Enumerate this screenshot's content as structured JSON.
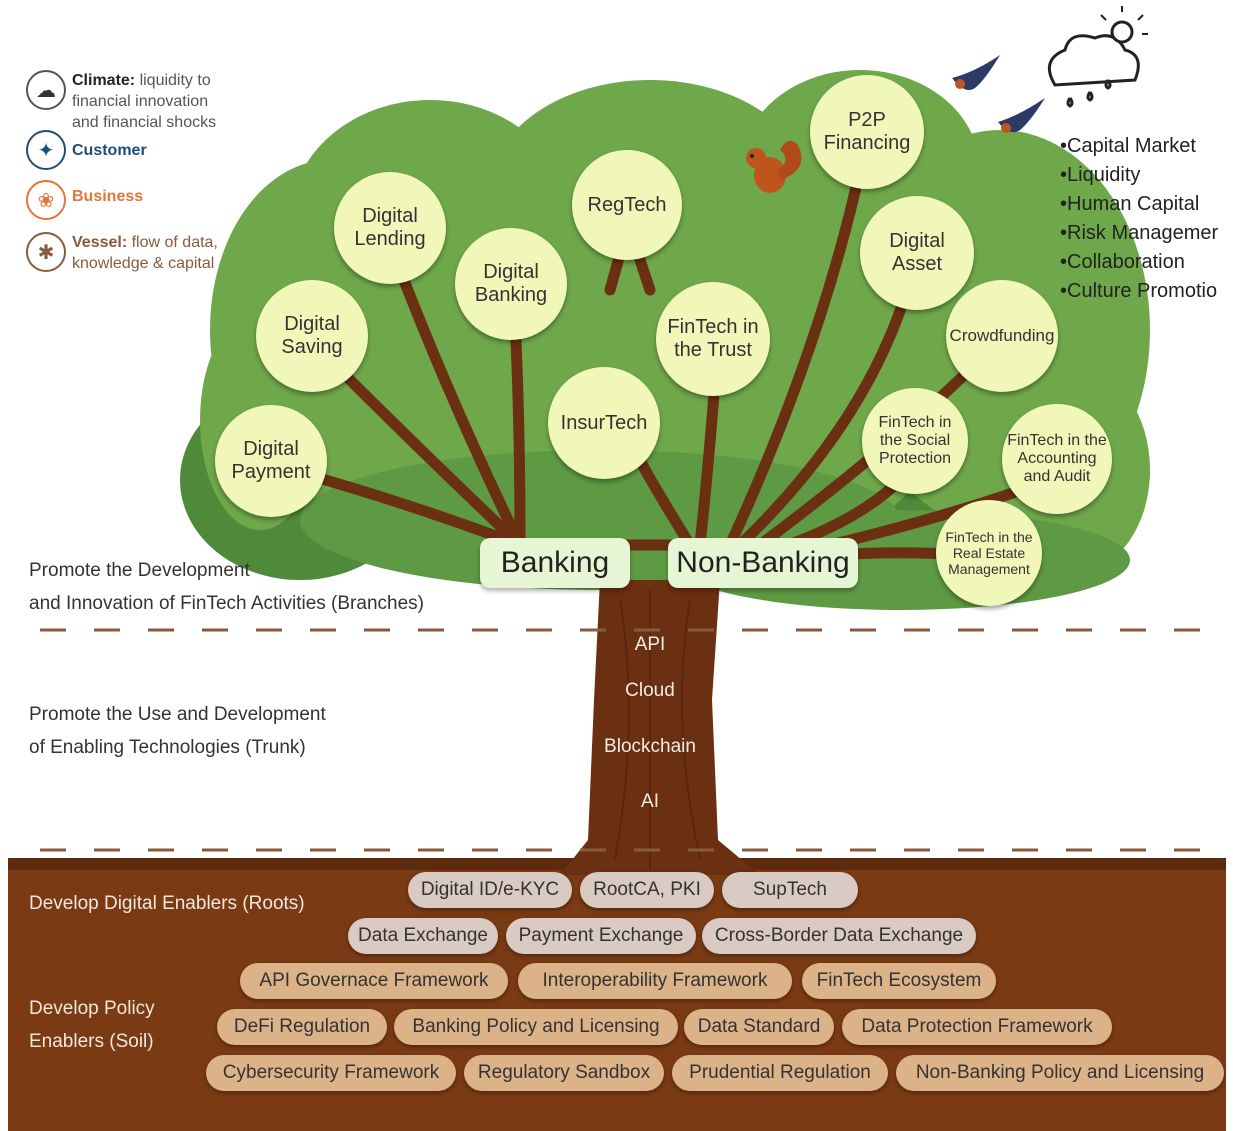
{
  "legend": {
    "climate_bold": "Climate:",
    "climate_text": " liquidity to financial innovation and financial shocks",
    "customer": "Customer",
    "business": "Business",
    "vessel_bold": "Vessel:",
    "vessel_text": " flow of data, knowledge & capital"
  },
  "colors": {
    "customer": "#1f4e79",
    "business": "#e0763a",
    "vessel": "#8a5a3c",
    "foliage": "#6fa84a",
    "foliage_dark": "#4f8a3a",
    "trunk": "#6b2f12",
    "soil": "#7a3a14",
    "circle_fill": "#f1f7b9"
  },
  "bullets": [
    "Capital Market",
    "Liquidity",
    "Human Capital",
    "Risk Managemer",
    "Collaboration",
    "Culture Promotio"
  ],
  "sections": {
    "branches_1": "Promote the Development",
    "branches_2": "and Innovation of FinTech Activities (Branches)",
    "trunk_1": "Promote the Use and Development",
    "trunk_2": "of Enabling Technologies (Trunk)",
    "roots": "Develop Digital Enablers (Roots)",
    "soil_1": "Develop Policy",
    "soil_2": "Enablers (Soil)"
  },
  "hubs": {
    "banking": "Banking",
    "non_banking": "Non-Banking"
  },
  "branches": {
    "digital_payment": "Digital Payment",
    "digital_saving": "Digital Saving",
    "digital_lending": "Digital Lending",
    "digital_banking": "Digital Banking",
    "regtech": "RegTech",
    "insurtech": "InsurTech",
    "fintech_trust": "FinTech in the Trust",
    "p2p": "P2P Financing",
    "digital_asset": "Digital Asset",
    "crowdfunding": "Crowdfunding",
    "social_protection": "FinTech in the Social Protection",
    "accounting": "FinTech in the Accounting and Audit",
    "real_estate": "FinTech in the Real Estate Management"
  },
  "trunk": [
    "API",
    "Cloud",
    "Blockchain",
    "AI"
  ],
  "roots": [
    "Digital ID/e-KYC",
    "RootCA, PKI",
    "SupTech",
    "Data Exchange",
    "Payment Exchange",
    "Cross-Border Data Exchange"
  ],
  "soil": {
    "row1": [
      "API Governace Framework",
      "Interoperability Framework",
      "FinTech Ecosystem"
    ],
    "row2": [
      "DeFi Regulation",
      "Banking Policy and Licensing",
      "Data Standard",
      "Data Protection Framework"
    ],
    "row3": [
      "Cybersecurity Framework",
      "Regulatory Sandbox",
      "Prudential Regulation",
      "Non-Banking Policy and Licensing"
    ]
  },
  "icons": [
    "climate-icon",
    "customer-dove-icon",
    "business-squirrel-icon",
    "vessel-tree-icon",
    "weather-cloud-icon",
    "swallow-icon",
    "squirrel-icon"
  ]
}
